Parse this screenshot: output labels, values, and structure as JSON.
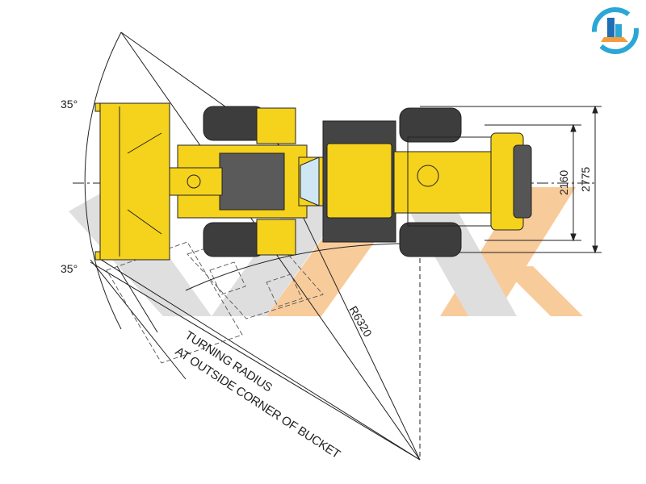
{
  "angles": {
    "upper": "35°",
    "lower": "35°"
  },
  "dimensions": {
    "inner_width": "2160",
    "outer_width": "2775",
    "radius": "R6320"
  },
  "note": {
    "line1": "TURNING RADIUS",
    "line2": "AT OUTSIDE CORNER OF BUCKET"
  },
  "colors": {
    "machine_yellow": "#f5d21c",
    "watermark_gray": "#d7d7d7",
    "watermark_orange": "#f6b46c",
    "tire": "#3c3c3c",
    "line": "#222222"
  },
  "logo": {
    "icon": "building-logo-icon"
  }
}
